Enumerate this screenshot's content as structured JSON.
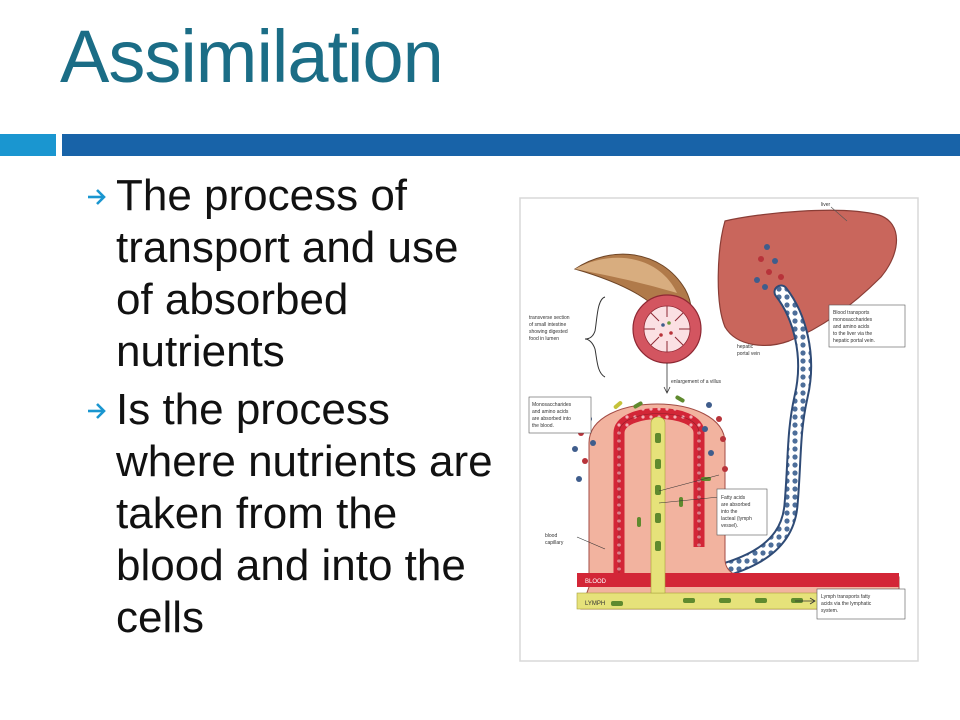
{
  "slide": {
    "title": "Assimilation",
    "bullets": [
      "The process of transport and use of absorbed nutrients",
      "Is the process where nutrients are taken from the blood and into the cells"
    ],
    "colors": {
      "title": "#1b6d86",
      "rule_accent": "#1a96d0",
      "rule_main": "#1863a8",
      "bullet_arrow": "#1a96d0"
    },
    "bullet_icon": "arrow-right-icon"
  },
  "figure": {
    "labels": {
      "liver": "liver",
      "transverse_1": "transverse section",
      "transverse_2": "of small intestine",
      "transverse_3": "showing digested",
      "transverse_4": "food in lumen",
      "hepatic_1": "hepatic",
      "hepatic_2": "portal vein",
      "villus": "enlargement of a villus",
      "blood_transport_1": "Blood transports",
      "blood_transport_2": "monosaccharides",
      "blood_transport_3": "and amino acids",
      "blood_transport_4": "to the liver via the",
      "blood_transport_5": "hepatic portal vein.",
      "mono_1": "Monosaccharides",
      "mono_2": "and amino acids",
      "mono_3": "are absorbed into",
      "mono_4": "the blood.",
      "fatty_1": "Fatty acids",
      "fatty_2": "are absorbed",
      "fatty_3": "into the",
      "fatty_4": "lacteal (lymph",
      "fatty_5": "vessel).",
      "capillary_1": "blood",
      "capillary_2": "capillary",
      "blood": "BLOOD",
      "lymph": "LYMPH",
      "lymph_transport_1": "Lymph transports fatty",
      "lymph_transport_2": "acids via the lymphatic",
      "lymph_transport_3": "system."
    }
  }
}
